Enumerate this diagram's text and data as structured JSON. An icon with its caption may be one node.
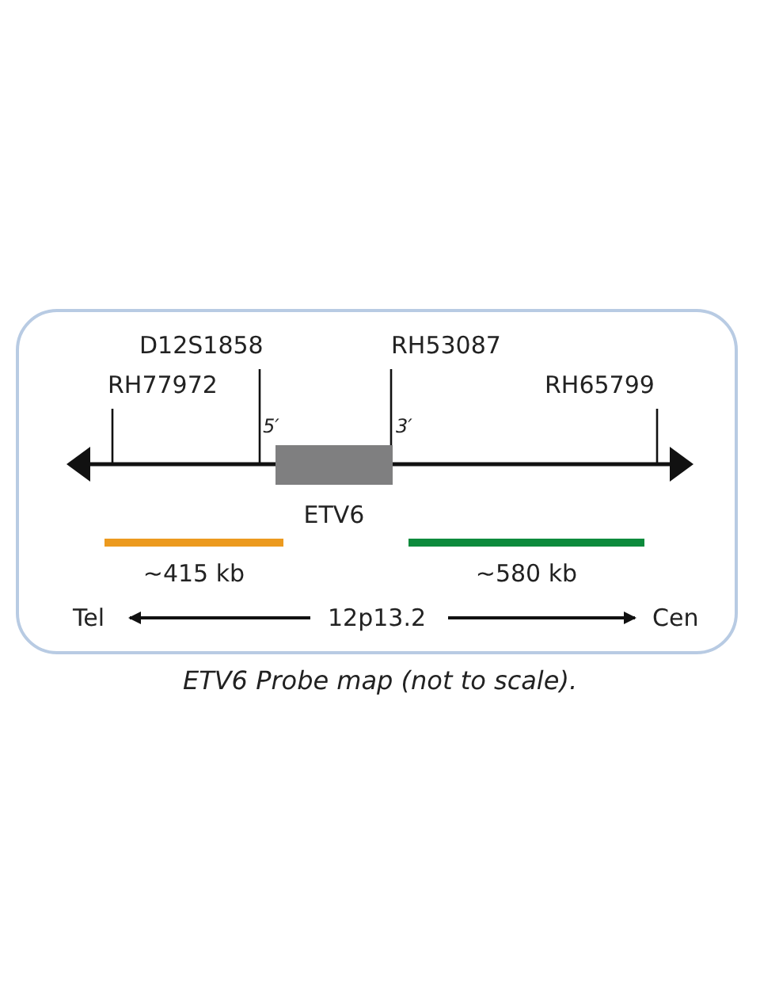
{
  "diagram": {
    "caption": "ETV6 Probe map (not to scale).",
    "nodes": [
      {
        "text": [
          "ETV6"
        ]
      },
      {
        "text": [
          "~415 kb"
        ]
      },
      {
        "text": [
          "~580 kb"
        ]
      }
    ],
    "edges": [],
    "labels": [
      "D12S1858",
      "RH53087",
      "RH77972",
      "RH65799",
      "5′",
      "3′",
      "Tel",
      "12p13.2",
      "Cen"
    ]
  }
}
